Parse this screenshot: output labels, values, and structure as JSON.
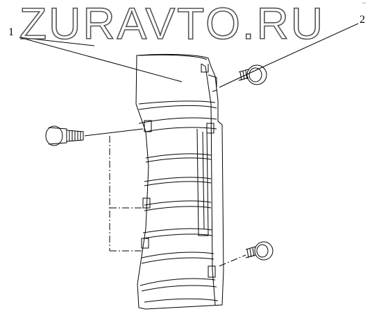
{
  "watermark": {
    "text": "ZURAVTO.RU"
  },
  "callouts": [
    {
      "id": "1",
      "label": "1"
    },
    {
      "id": "2",
      "label": "2"
    }
  ],
  "corner_mark": "ᵃʷᵃ",
  "colors": {
    "line": "#000000",
    "watermark_stroke": "#555555",
    "background": "#ffffff"
  },
  "icons": [
    "screw-icon",
    "panel-icon"
  ]
}
